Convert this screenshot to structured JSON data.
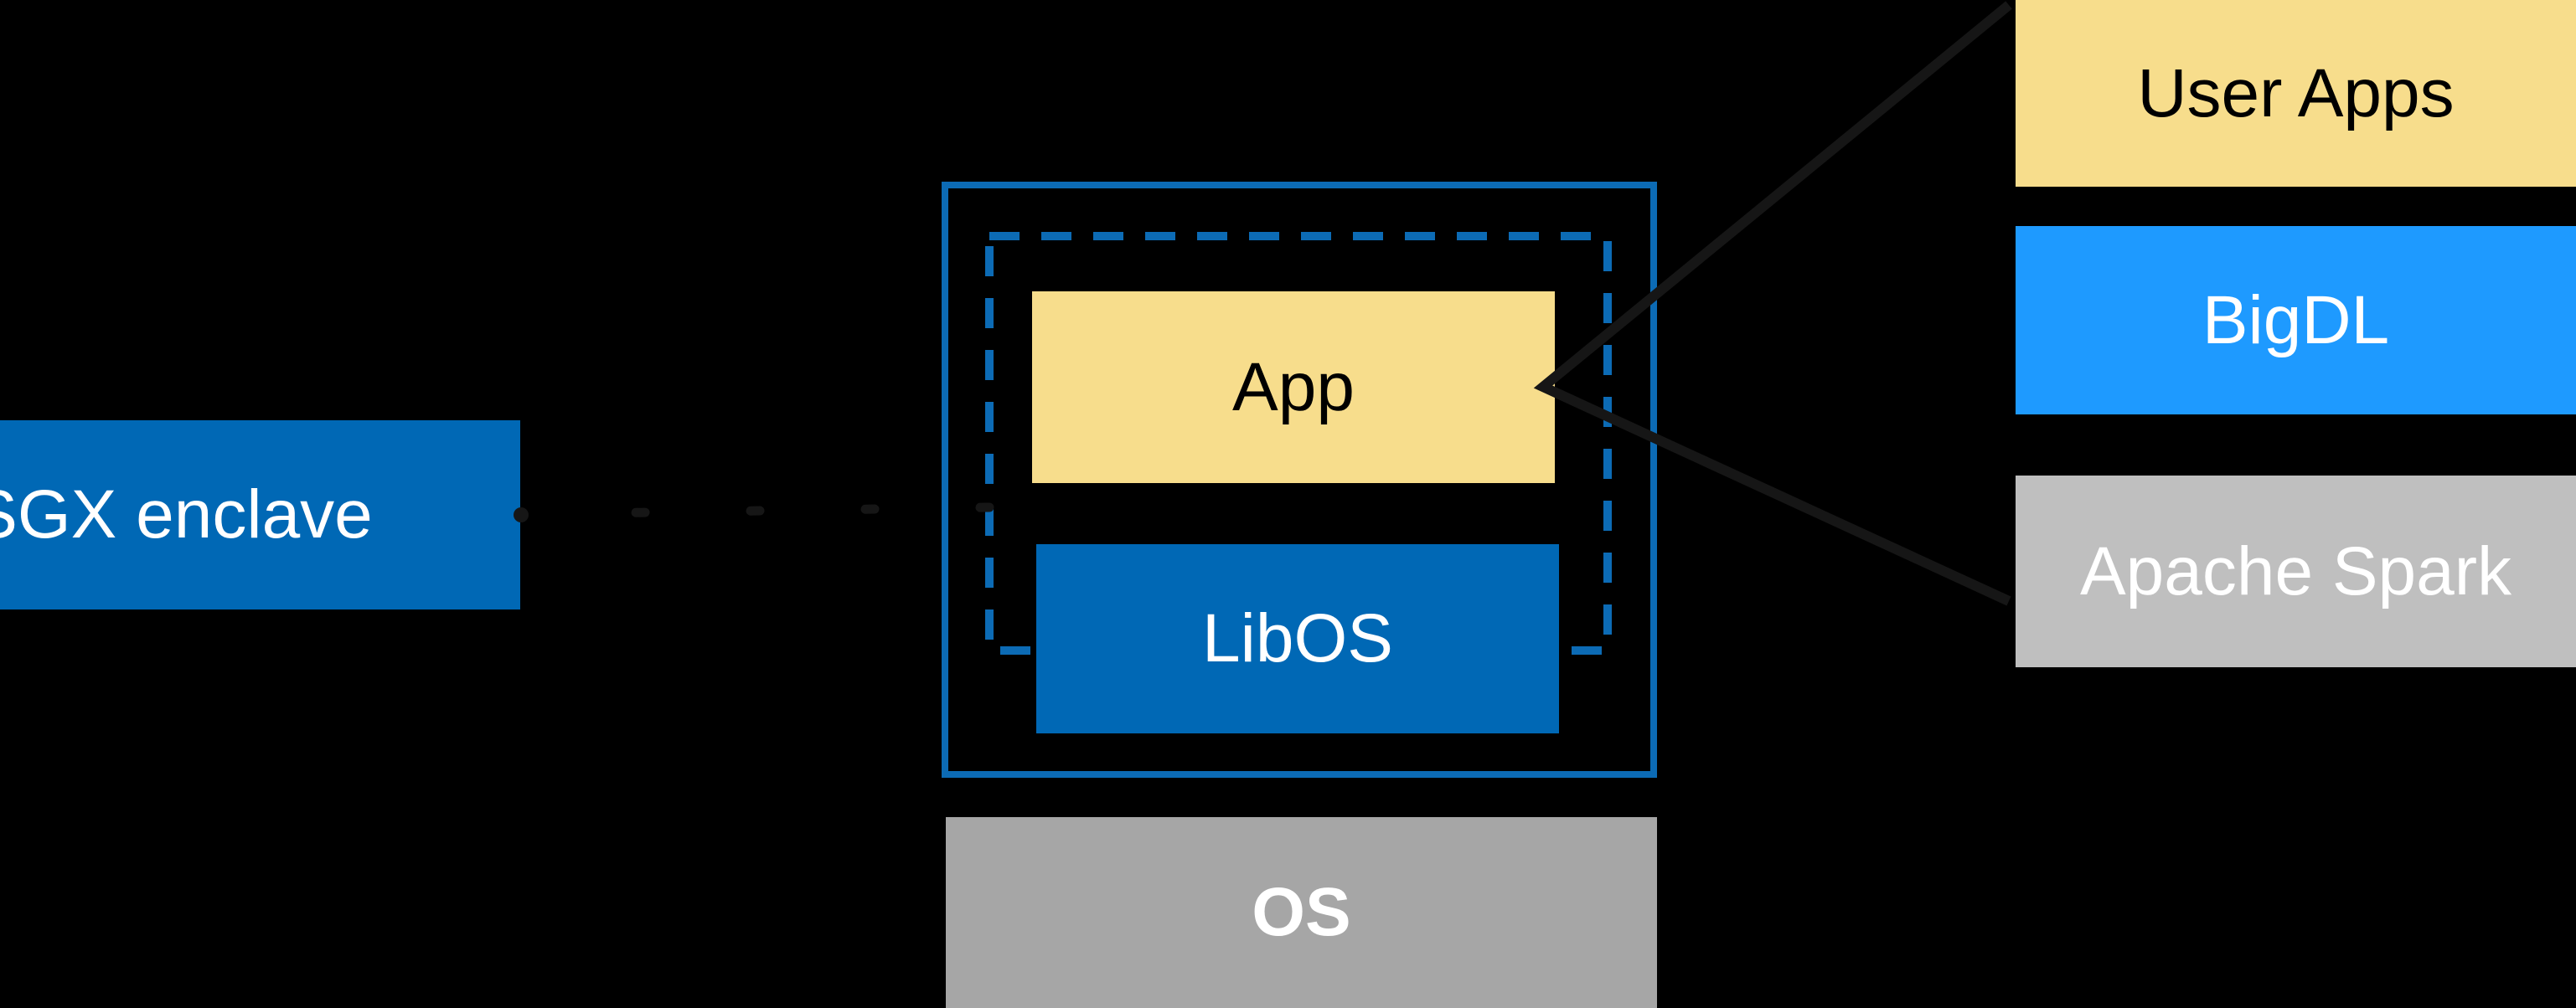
{
  "diagram": {
    "sgx_label": {
      "text": "SGX enclave"
    },
    "enclave": {
      "app_label": "App",
      "libos_label": "LibOS"
    },
    "os_label": "OS",
    "stack": {
      "user_apps_label": "User Apps",
      "bigdl_label": "BigDL",
      "spark_label": "Apache Spark"
    },
    "colors": {
      "background": "#000000",
      "intel_blue": "#0068B5",
      "border_blue": "#0C6BB5",
      "bright_blue": "#1E9AFF",
      "yellow": "#F7DD8C",
      "light_gray": "#BFBFBF",
      "medium_gray": "#A6A6A6",
      "connector_black": "#161616"
    }
  }
}
